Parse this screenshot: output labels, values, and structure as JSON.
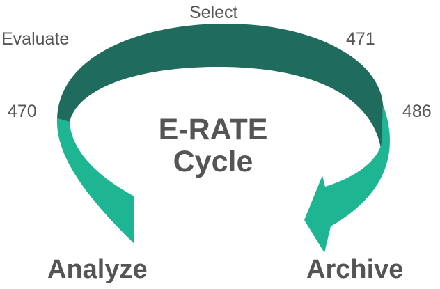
{
  "diagram": {
    "center_title_line1": "E-RATE",
    "center_title_line2": "Cycle",
    "labels": {
      "select": "Select",
      "evaluate": "Evaluate",
      "num_471": "471",
      "num_470": "470",
      "num_486": "486",
      "analyze": "Analyze",
      "archive": "Archive"
    },
    "colors": {
      "arrow_dark": "#1f6b5e",
      "arrow_light": "#1db592",
      "text": "#555555"
    }
  }
}
